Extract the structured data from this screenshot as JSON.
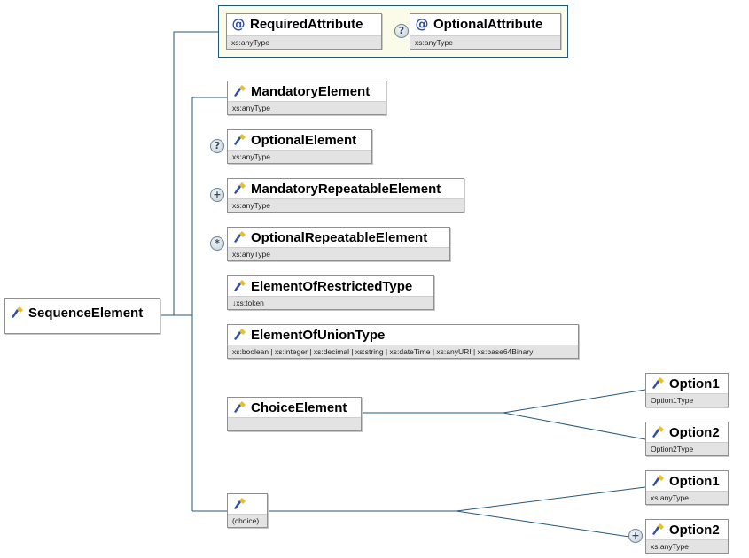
{
  "root": {
    "name": "SequenceElement"
  },
  "attributes": [
    {
      "name": "RequiredAttribute",
      "type": "xs:anyType",
      "icon": "at-icon"
    },
    {
      "name": "OptionalAttribute",
      "type": "xs:anyType",
      "icon": "at-icon",
      "badge": "?"
    }
  ],
  "elements": [
    {
      "name": "MandatoryElement",
      "type": "xs:anyType"
    },
    {
      "name": "OptionalElement",
      "type": "xs:anyType",
      "badge": "?"
    },
    {
      "name": "MandatoryRepeatableElement",
      "type": "xs:anyType",
      "badge": "+"
    },
    {
      "name": "OptionalRepeatableElement",
      "type": "xs:anyType",
      "badge": "*"
    },
    {
      "name": "ElementOfRestrictedType",
      "type": "↓xs:token"
    },
    {
      "name": "ElementOfUnionType",
      "type": "xs:boolean | xs:integer | xs:decimal | xs:string | xs:dateTime | xs:anyURI | xs:base64Binary"
    },
    {
      "name": "ChoiceElement",
      "type": ""
    },
    {
      "name": "",
      "type": "(choice)"
    }
  ],
  "choice_children": [
    {
      "name": "Option1",
      "type": "Option1Type"
    },
    {
      "name": "Option2",
      "type": "Option2Type"
    }
  ],
  "anon_choice_children": [
    {
      "name": "Option1",
      "type": "xs:anyType"
    },
    {
      "name": "Option2",
      "type": "xs:anyType",
      "badge": "+"
    }
  ],
  "colors": {
    "connector": "#25577a",
    "attribute_group_bg": "#fbfbe9",
    "type_bar": "#e3e3e3"
  }
}
